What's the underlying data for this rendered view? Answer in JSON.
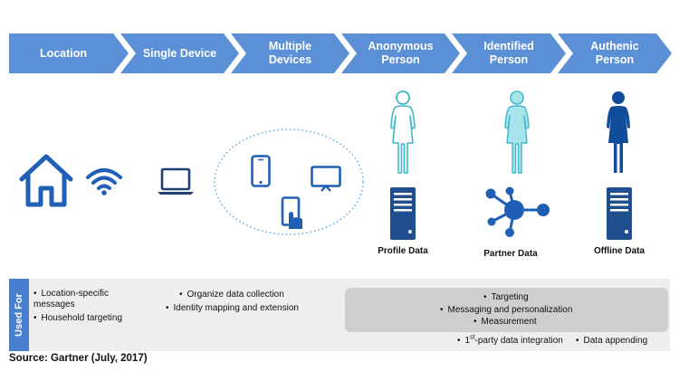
{
  "stages": [
    {
      "label": "Location"
    },
    {
      "label": "Single Device"
    },
    {
      "label": "Multiple Devices"
    },
    {
      "label": "Anonymous Person"
    },
    {
      "label": "Identified Person"
    },
    {
      "label": "Authenic Person"
    }
  ],
  "data_labels": {
    "profile": "Profile Data",
    "partner": "Partner Data",
    "offline": "Offline Data"
  },
  "used_for": {
    "label": "Used For",
    "location_items": [
      "Location-specific messages",
      "Household targeting"
    ],
    "device_items": [
      "Organize data collection",
      "Identity mapping and extension"
    ],
    "person_items": [
      "Targeting",
      "Messaging and personalization",
      "Measurement"
    ],
    "extra_items": [
      "1st-party data integration",
      "Data appending"
    ],
    "extra_item_prefix": "1",
    "extra_item_sup": "st",
    "extra_item_rest": "-party data integration"
  },
  "source": "Source: Gartner (July, 2017)",
  "colors": {
    "chevron": "#5b8fd6",
    "icon_blue": "#1f5fb5",
    "person_outline": "#3fb8c9",
    "person_light": "#a8e4ec",
    "person_dark": "#0f4c9a",
    "used_for_bar": "#4a7fd0",
    "band": "#eeeeee",
    "grey_box": "#cfcfcf"
  },
  "icons": [
    "house-icon",
    "wifi-icon",
    "laptop-icon",
    "smartphone-icon",
    "monitor-icon",
    "tablet-touch-icon",
    "person-outline-icon",
    "person-light-icon",
    "person-dark-icon",
    "server-icon",
    "network-icon"
  ]
}
